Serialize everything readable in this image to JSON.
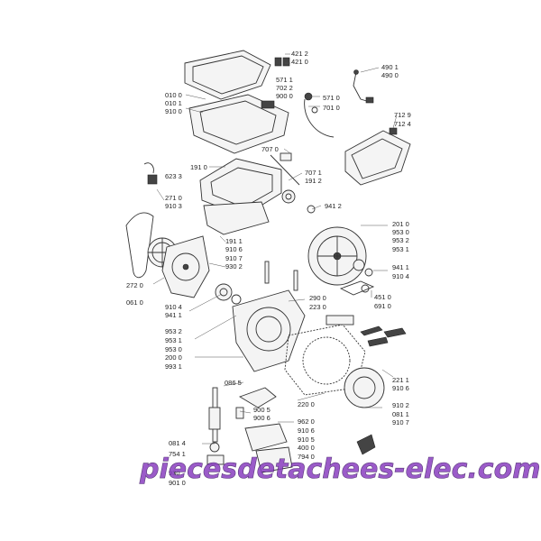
{
  "watermark": "piecesdetachees-elec.com",
  "part_labels": {
    "p4212": "421 2",
    "p4210": "421 0",
    "p4901": "490 1",
    "p4900": "490 0",
    "p5711a": "571 1",
    "p7022": "702 2",
    "p9000": "900 0",
    "p5710": "571 0",
    "p7010": "701 0",
    "p0100": "010 0",
    "p0101": "010 1",
    "p9100": "910 0",
    "p7129": "712 9",
    "p7124": "712 4",
    "p7070": "707 0",
    "p1910": "191 0",
    "p7071": "707 1",
    "p1912": "191 2",
    "p6233": "623 3",
    "p2710": "271 0",
    "p9103": "910 3",
    "p9412": "941 2",
    "p2010": "201 0",
    "p9530": "953 0",
    "p9532": "953 2",
    "p9531": "953 1",
    "p1911": "191 1",
    "p9106": "910 6",
    "p9107": "910 7",
    "p9302": "930 2",
    "p9411": "941 1",
    "p9104": "910 4",
    "p2720": "272 0",
    "p0610": "061 0",
    "p2900": "290 0",
    "p2230": "223 0",
    "p4510": "451 0",
    "p6910": "691 0",
    "p9104b": "910 4",
    "p9411b": "941 1",
    "p9532b": "953 2",
    "p9531b": "953 1",
    "p9530b": "953 0",
    "p2000": "200 0",
    "p9931": "993 1",
    "p2211": "221 1",
    "p9106b": "910 6",
    "p0865": "086 5",
    "p9005": "900 5",
    "p9006": "900 6",
    "p2200": "220 0",
    "p9102": "910 2",
    "p0811": "081 1",
    "p9107b": "910 7",
    "p9620": "962 0",
    "p9106c": "910 6",
    "p9105": "910 5",
    "p4000": "400 0",
    "p7940": "794 0",
    "p0814": "081 4",
    "p7541": "754 1",
    "p9300": "930",
    "p9010": "901 0"
  }
}
